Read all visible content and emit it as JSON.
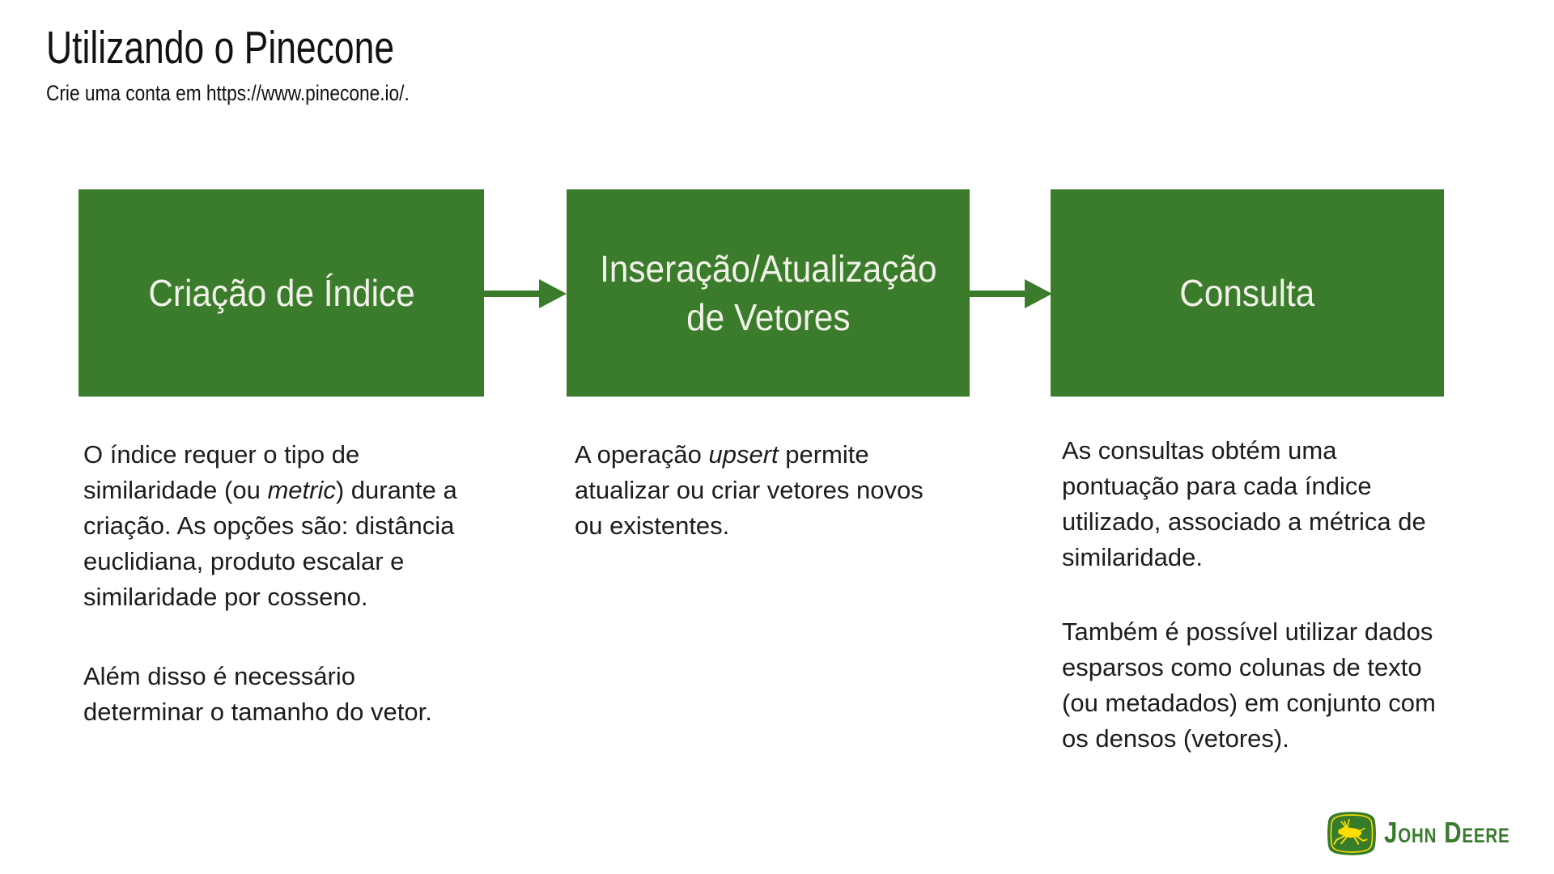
{
  "slide": {
    "title": "Utilizando o Pinecone",
    "subtitle": "Crie uma conta em https://www.pinecone.io/."
  },
  "colors": {
    "accent_green": "#3A7C2B",
    "box_text": "#F2F1E9",
    "body_text": "#1C1C1C",
    "logo_green": "#367C2B",
    "logo_yellow": "#FFDE00",
    "background": "#FFFFFF"
  },
  "flow": {
    "boxes": [
      {
        "label_lines": [
          "Criação de Índice"
        ]
      },
      {
        "label_lines": [
          "Inseração/Atualização",
          "de Vetores"
        ]
      },
      {
        "label_lines": [
          "Consulta"
        ]
      }
    ],
    "arrows": [
      "arrow-right-icon",
      "arrow-right-icon"
    ]
  },
  "columns": [
    {
      "paragraphs": [
        {
          "lines": [
            [
              {
                "t": "O índice requer o tipo de"
              }
            ],
            [
              {
                "t": "similaridade (ou "
              },
              {
                "t": "metric",
                "i": true
              },
              {
                "t": ") durante a"
              }
            ],
            [
              {
                "t": "criação. As opções são: distância"
              }
            ],
            [
              {
                "t": "euclidiana, produto escalar e"
              }
            ],
            [
              {
                "t": "similaridade por cosseno."
              }
            ]
          ]
        },
        {
          "lines": [
            [
              {
                "t": "Além disso é necessário"
              }
            ],
            [
              {
                "t": "determinar o tamanho do vetor."
              }
            ]
          ]
        }
      ]
    },
    {
      "paragraphs": [
        {
          "lines": [
            [
              {
                "t": "A operação "
              },
              {
                "t": "upsert",
                "i": true
              },
              {
                "t": " permite"
              }
            ],
            [
              {
                "t": "atualizar ou criar vetores novos"
              }
            ],
            [
              {
                "t": "ou existentes."
              }
            ]
          ]
        }
      ]
    },
    {
      "paragraphs": [
        {
          "lines": [
            [
              {
                "t": "As consultas obtém uma"
              }
            ],
            [
              {
                "t": "pontuação para cada índice"
              }
            ],
            [
              {
                "t": "utilizado, associado a métrica de"
              }
            ],
            [
              {
                "t": "similaridade."
              }
            ]
          ]
        },
        {
          "lines": [
            [
              {
                "t": "Também é possível utilizar dados"
              }
            ],
            [
              {
                "t": "esparsos como colunas de texto"
              }
            ],
            [
              {
                "t": "(ou metadados) em conjunto com"
              }
            ],
            [
              {
                "t": "os densos (vetores)."
              }
            ]
          ]
        }
      ]
    }
  ],
  "logo": {
    "brand": "John Deere",
    "text": "John Deere"
  }
}
